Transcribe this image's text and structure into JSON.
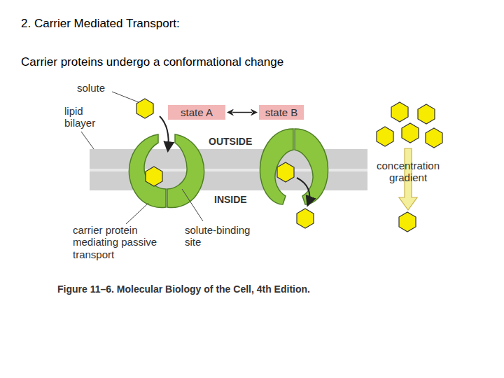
{
  "diagram": {
    "title": "2. Carrier Mediated Transport:",
    "caption": "Figure 11–6. Molecular Biology of the Cell, 4th Edition.",
    "nodes": [
      {
        "text": [
          "state A"
        ]
      },
      {
        "text": [
          "state B"
        ]
      }
    ],
    "edges": [
      {
        "from": 0,
        "to": 1,
        "arrow": "both"
      }
    ],
    "labels": [
      "Carrier proteins undergo a conformational change",
      "solute",
      "lipid bilayer",
      "OUTSIDE",
      "INSIDE",
      "concentration gradient",
      "carrier protein mediating passive transport",
      "solute-binding site"
    ]
  }
}
